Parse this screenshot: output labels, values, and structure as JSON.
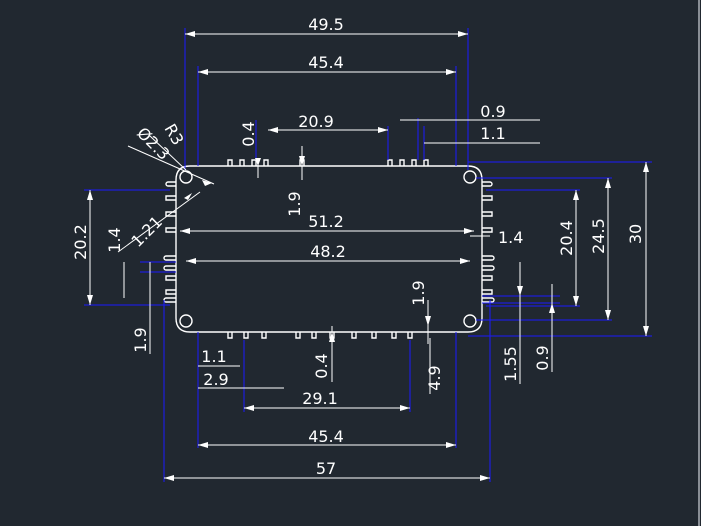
{
  "colors": {
    "background": "#212830",
    "dimension": "#ffffff",
    "extension": "#1a1aff"
  },
  "dimensions": {
    "overall_top_width": "49.5",
    "inner_top_width": "45.4",
    "top_slot_span": "20.9",
    "slot_depth_top": "0.4",
    "slot_width_small": "0.9",
    "slot_width": "1.1",
    "corner_radius": "R3",
    "hole_diameter": "Ø2.3",
    "fin_radius": "1.21",
    "wall_thickness_top": "1.9",
    "body_width": "51.2",
    "inner_width": "48.2",
    "left_fin_span": "20.2",
    "left_fin_width": "1.4",
    "left_wall": "1.9",
    "right_fin_width": "1.4",
    "right_span_inner": "20.4",
    "right_span_outer": "24.5",
    "overall_height": "30",
    "right_wall": "1.9",
    "right_slot_1": "1.55",
    "right_slot_2": "0.9",
    "bottom_slot_1": "1.1",
    "bottom_slot_2": "2.9",
    "bottom_slot_depth": "0.4",
    "bottom_wall": "4.9",
    "bottom_slot_span": "29.1",
    "bottom_inner_width": "45.4",
    "overall_width": "57"
  }
}
